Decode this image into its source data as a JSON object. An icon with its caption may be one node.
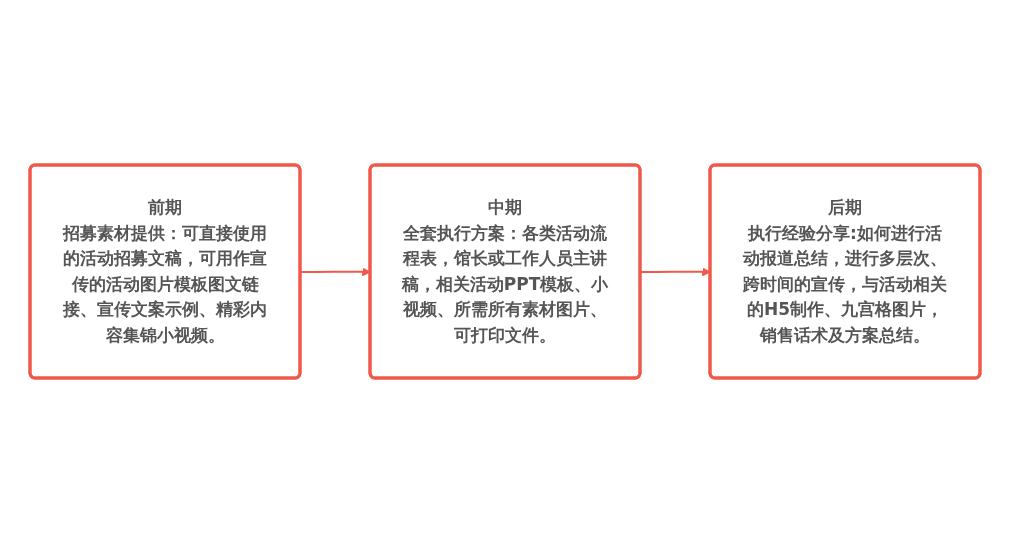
{
  "diagram": {
    "nodes": [
      {
        "text": [
          "前期",
          "招募素材提供：可直接使用的活动招募文稿，可用作宣传的活动图片模板图文链接、宣传文案示例、精彩内容集锦小视频。"
        ]
      },
      {
        "text": [
          "中期",
          "全套执行方案：各类活动流程表，馆长或工作人员主讲稿，相关活动PPT模板、小视频、所需所有素材图片、可打印文件。"
        ]
      },
      {
        "text": [
          "后期",
          "执行经验分享:如何进行活动报道总结，进行多层次、跨时间的宣传，与活动相关的H5制作、九宫格图片，销售话术及方案总结。"
        ]
      }
    ],
    "edges": [
      {
        "from": 0,
        "to": 1,
        "arrow": "to"
      },
      {
        "from": 1,
        "to": 2,
        "arrow": "to"
      }
    ]
  }
}
